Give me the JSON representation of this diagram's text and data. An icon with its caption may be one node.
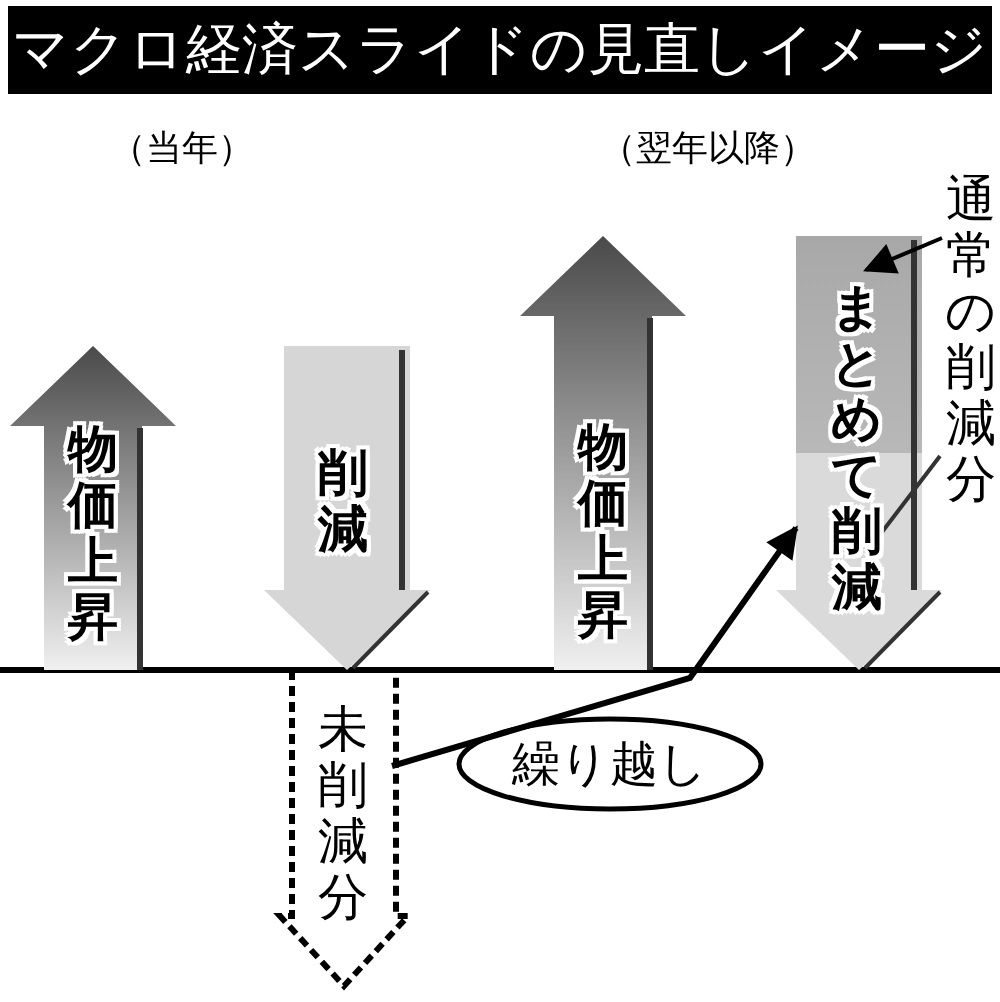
{
  "diagram": {
    "title": "マクロ経済スライドの見直しイメージ",
    "nodes": [
      {
        "text": [
          "物価上昇"
        ]
      },
      {
        "text": [
          "削減"
        ]
      },
      {
        "text": [
          "未削減分"
        ]
      },
      {
        "text": [
          "繰り越し"
        ]
      },
      {
        "text": [
          "物価上昇"
        ]
      },
      {
        "text": [
          "まとめて削減"
        ]
      },
      {
        "text": [
          "通常の削減分"
        ]
      }
    ],
    "edges": [
      {
        "from": 2,
        "to": 5,
        "arrow": "to"
      },
      {
        "from": 6,
        "to": 5,
        "arrow": "to"
      }
    ],
    "labels": [
      "（当年）",
      "（翌年以降）"
    ]
  }
}
